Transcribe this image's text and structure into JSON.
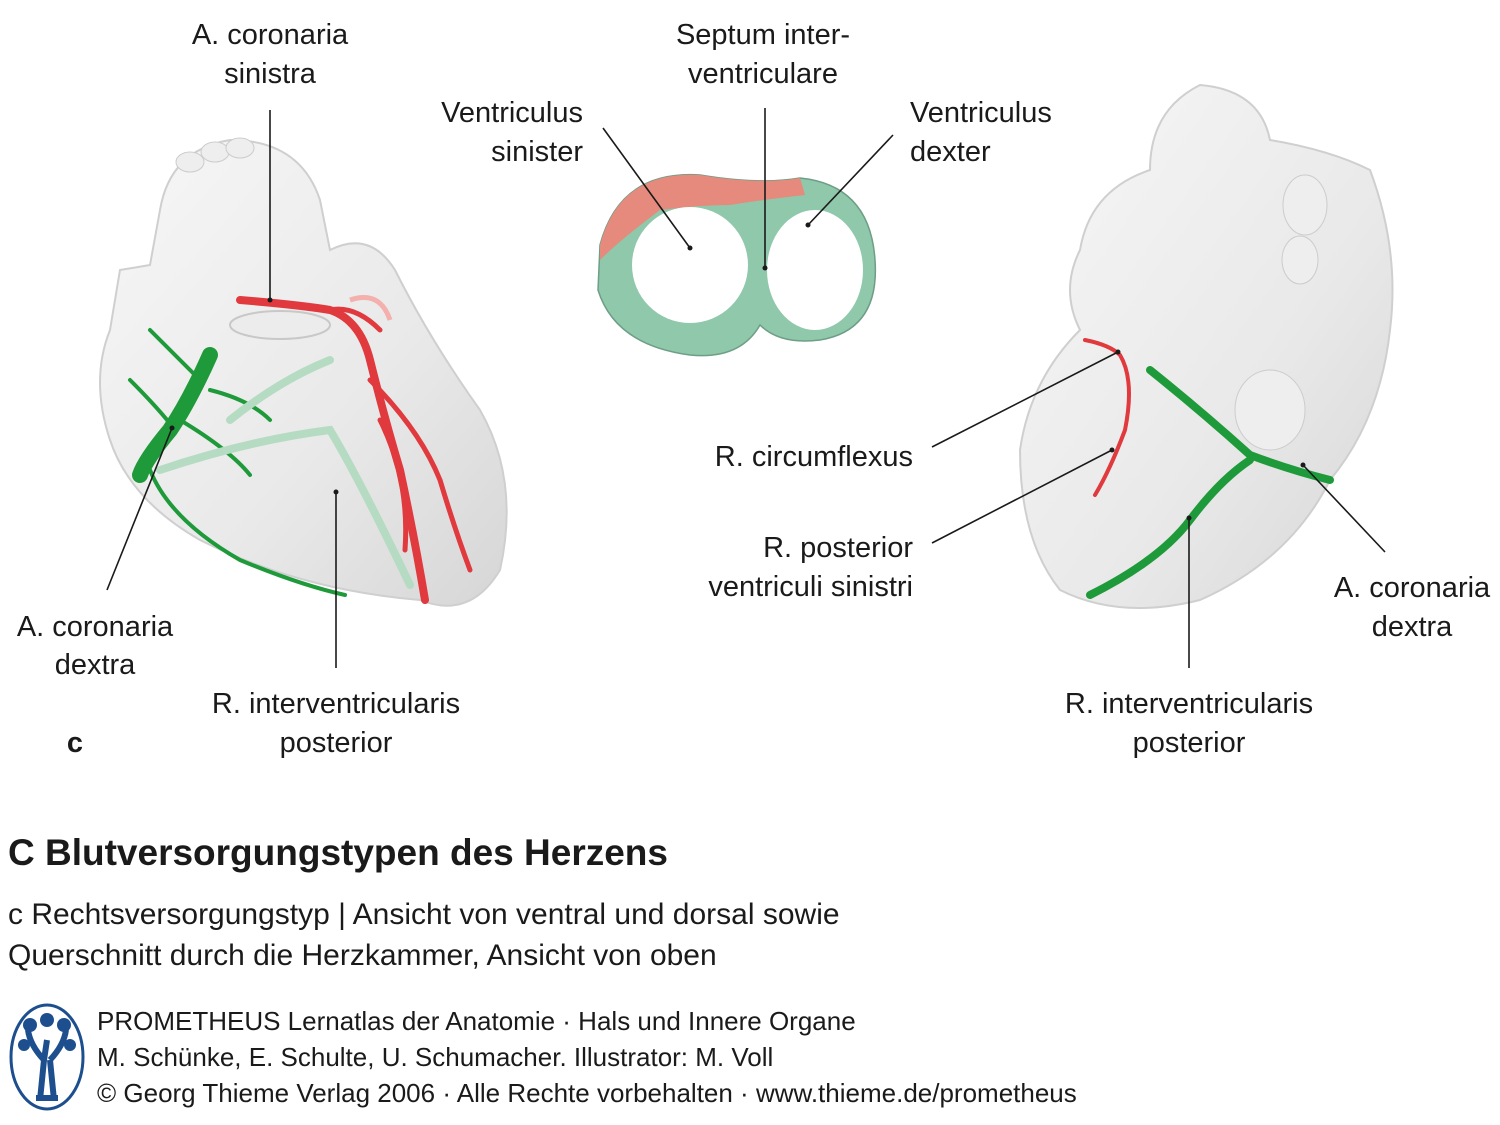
{
  "colors": {
    "artery_left": "#e0393e",
    "artery_right": "#1f9a3a",
    "septum_green": "#8fc8aa",
    "septum_red": "#e58a7c",
    "logo_blue": "#1d4f8f"
  },
  "labels": {
    "a_coronaria_sinistra": [
      "A. coronaria",
      "sinistra"
    ],
    "septum": [
      "Septum inter-",
      "ventriculare"
    ],
    "ventriculus_sinister": [
      "Ventriculus",
      "sinister"
    ],
    "ventriculus_dexter": [
      "Ventriculus",
      "dexter"
    ],
    "r_circumflexus": "R. circumflexus",
    "r_posterior_ventriculi_sinistri": [
      "R. posterior",
      "ventriculi sinistri"
    ],
    "a_coronaria_dextra_left": [
      "A. coronaria",
      "dextra"
    ],
    "r_interventricularis_left": [
      "R. interventricularis",
      "posterior"
    ],
    "a_coronaria_dextra_right": [
      "A. coronaria",
      "dextra"
    ],
    "r_interventricularis_right": [
      "R. interventricularis",
      "posterior"
    ],
    "panel_letter": "c"
  },
  "caption": {
    "title": "C Blutversorgungstypen des Herzens",
    "lines": [
      "c Rechtsversorgungstyp | Ansicht von ventral und dorsal sowie",
      "Querschnitt durch die Herzkammer, Ansicht von oben"
    ]
  },
  "credits": {
    "lines": [
      "PROMETHEUS Lernatlas der Anatomie · Hals und Innere Organe",
      "M. Schünke, E. Schulte, U. Schumacher. Illustrator: M. Voll",
      "© Georg Thieme Verlag 2006 · Alle Rechte vorbehalten · www.thieme.de/prometheus"
    ]
  }
}
